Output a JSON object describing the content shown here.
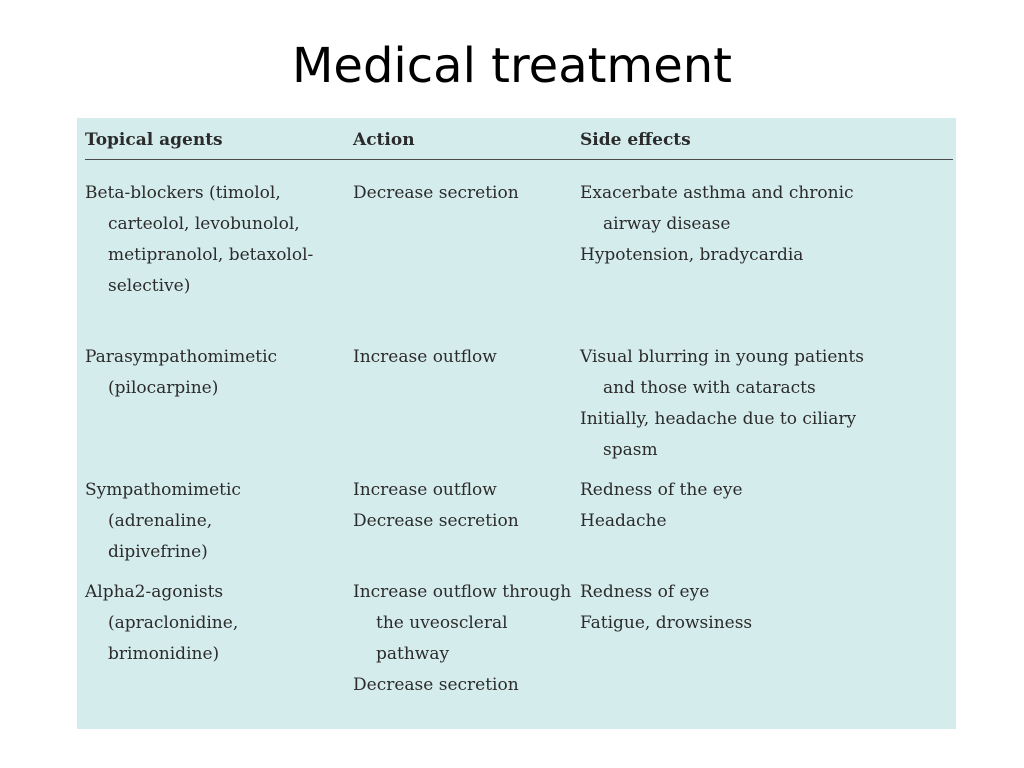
{
  "slide": {
    "title": "Medical treatment"
  },
  "table": {
    "headers": {
      "agent": "Topical agents",
      "action": "Action",
      "side_effects": "Side effects"
    },
    "rows": [
      {
        "agent": [
          "Beta-blockers (timolol, carteolol, levobunolol, metipranolol, betaxolol-selective)"
        ],
        "action": [
          "Decrease secretion"
        ],
        "side_effects": [
          "Exacerbate asthma and chronic airway disease",
          "Hypotension, bradycardia"
        ]
      },
      {
        "agent": [
          "Parasympathomimetic (pilocarpine)"
        ],
        "action": [
          "Increase outflow"
        ],
        "side_effects": [
          "Visual blurring in young patients and those with cataracts",
          "Initially, headache due to ciliary spasm"
        ]
      },
      {
        "agent": [
          "Sympathomimetic (adrenaline, dipivefrine)"
        ],
        "action": [
          "Increase outflow",
          "Decrease secretion"
        ],
        "side_effects": [
          "Redness of the eye",
          "Headache"
        ]
      },
      {
        "agent": [
          "Alpha2-agonists (apraclonidine, brimonidine)"
        ],
        "action": [
          "Increase outflow through the uveoscleral pathway",
          "Decrease secretion"
        ],
        "side_effects": [
          "Redness of eye",
          "Fatigue, drowsiness"
        ]
      }
    ]
  }
}
